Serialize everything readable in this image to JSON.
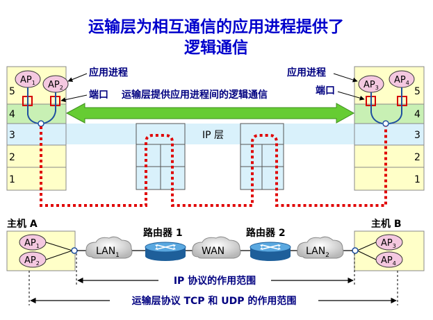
{
  "title": {
    "line1": "运输层为相互通信的应用进程提供了",
    "line2": "逻辑通信"
  },
  "top": {
    "app_process_label_left": "应用进程",
    "app_process_label_right": "应用进程",
    "port_label_left": "端口",
    "port_label_right": "端口",
    "logical_comm_label": "运输层提供应用进程间的逻辑通信",
    "ip_layer_label": "IP 层",
    "left_stack": {
      "layers": [
        "5",
        "4",
        "3",
        "2",
        "1"
      ],
      "ap1": {
        "main": "AP",
        "sub": "1"
      },
      "ap2": {
        "main": "AP",
        "sub": "2"
      }
    },
    "right_stack": {
      "layers": [
        "5",
        "4",
        "3",
        "2",
        "1"
      ],
      "ap3": {
        "main": "AP",
        "sub": "3"
      },
      "ap4": {
        "main": "AP",
        "sub": "4"
      }
    }
  },
  "bottom": {
    "host_a_label": "主机 A",
    "host_b_label": "主机 B",
    "router1_label": "路由器 1",
    "router2_label": "路由器 2",
    "lan1": {
      "main": "LAN",
      "sub": "1"
    },
    "wan": "WAN",
    "lan2": {
      "main": "LAN",
      "sub": "2"
    },
    "host_a_aps": [
      {
        "main": "AP",
        "sub": "1"
      },
      {
        "main": "AP",
        "sub": "2"
      }
    ],
    "host_b_aps": [
      {
        "main": "AP",
        "sub": "3"
      },
      {
        "main": "AP",
        "sub": "4"
      }
    ],
    "ip_scope_label": "IP 协议的作用范围",
    "transport_scope_label": "运输层协议 TCP 和 UDP 的作用范围"
  },
  "colors": {
    "title": "#0000cc",
    "stack_fill": "#ffffc8",
    "layer4_fill": "#c8f0b4",
    "ip_band": "#d9f1fb",
    "ap_fill": "#f4c8e0",
    "arrow_green": "#66cc33",
    "dotted_red": "#e00000",
    "router_blue": "#2b7fc2"
  }
}
